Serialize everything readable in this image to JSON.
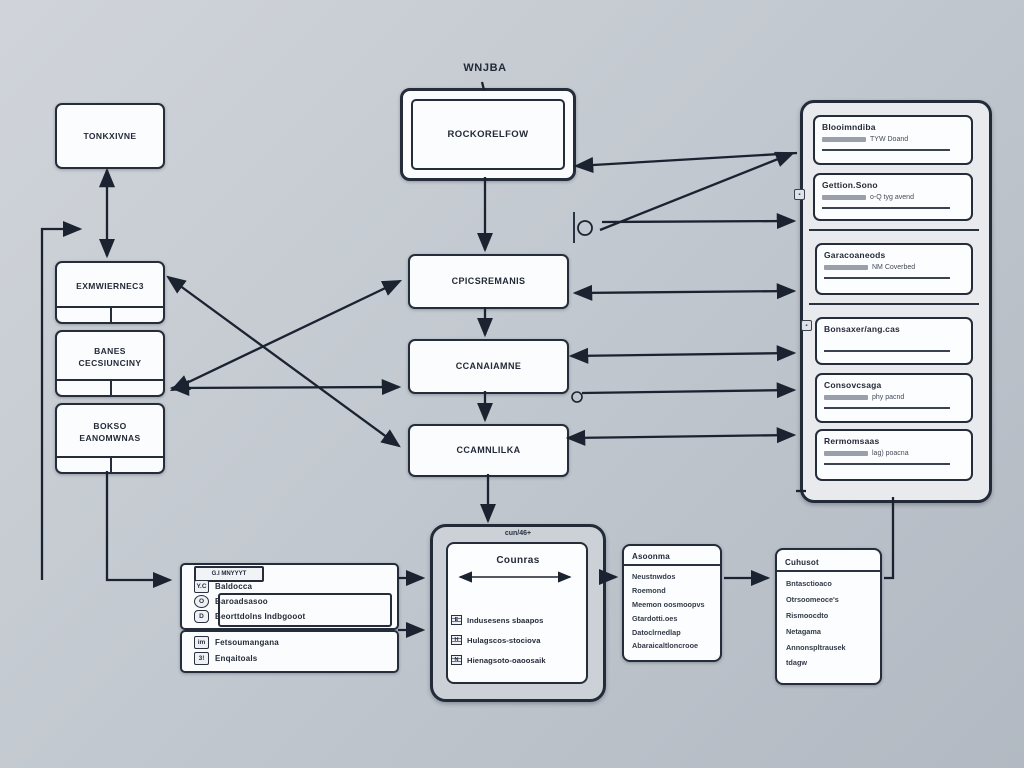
{
  "page": {
    "title": "WNJBA"
  },
  "top_box": {
    "label": "Rockorelfow"
  },
  "top_left_box": {
    "label": "Tonkxivne"
  },
  "left_boxes": [
    {
      "lines": [
        "Exmwiernec3"
      ]
    },
    {
      "lines": [
        "Banes",
        "Cecsiunciny"
      ]
    },
    {
      "lines": [
        "Bokso",
        "Eanomwnas"
      ]
    }
  ],
  "middle_boxes": [
    {
      "label": "Cpicsremanis"
    },
    {
      "label": "Ccanaiamne"
    },
    {
      "label": "Ccamnlilka"
    }
  ],
  "right_panel": {
    "cards": [
      {
        "title": "Blooimndiba",
        "note": "TYW Doand"
      },
      {
        "title": "Gettion.Sono",
        "note": "o-Q tyg avend"
      },
      {
        "title": "Garacoaneods",
        "note": "NM Coverbed"
      },
      {
        "title": "Bonsaxer/ang.cas",
        "note": ""
      },
      {
        "title": "Consovcsaga",
        "note": "phy pacnd"
      },
      {
        "title": "Rermomsaas",
        "note": "lag) poacna"
      }
    ]
  },
  "bottom_left": {
    "box1": {
      "tab": "G.I MNYYYT",
      "row1": {
        "icon": "Y.C",
        "label": "Baldocca"
      },
      "inner_rows": [
        {
          "icon": "O",
          "label": "Baroadsasoo"
        },
        {
          "icon": "D",
          "label": "Beorttdolns Indbgooot"
        }
      ]
    },
    "box2": {
      "rows": [
        {
          "icon": "im",
          "label": "Fetsoumangana"
        },
        {
          "icon": "3!",
          "label": "Enqaitoals"
        }
      ]
    }
  },
  "center_box": {
    "top_label": "cun/46+",
    "title": "Counras",
    "items": [
      {
        "icon": "E",
        "label": "Indusesens sbaapos"
      },
      {
        "icon": "H",
        "label": "Hulagscos-stociova"
      },
      {
        "icon": "N",
        "label": "Hienagsoto-oaoosaik"
      }
    ]
  },
  "adherents_box": {
    "title": "Asoonma",
    "items": [
      "Neustnwdos",
      "Roemond",
      "Meemon oosmoopvs",
      "Gtardotti.oes",
      "Datoclrnedlap",
      "Abaraicaltloncrooe"
    ]
  },
  "culture_box": {
    "title": "Cuhusot",
    "items": [
      "Bntasctioaco",
      "Otrsoomeoce's",
      "Rismoocdto",
      "Netagama",
      "Annonspltrausek",
      "tdagw"
    ]
  },
  "colors": {
    "ink": "#232a38",
    "panel_fill": "#e8eaee",
    "redact": "#99a0a9"
  }
}
